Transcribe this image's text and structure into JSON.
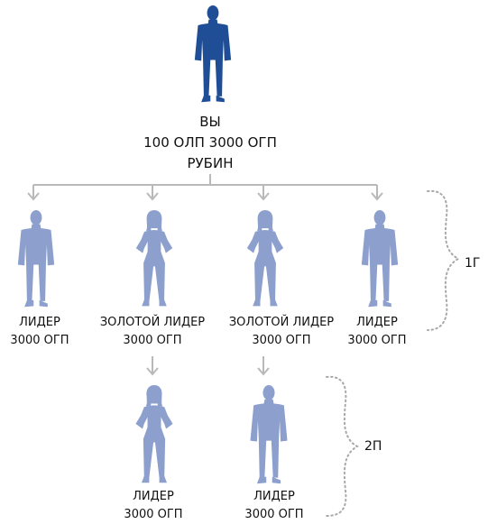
{
  "root": {
    "title": "ВЫ",
    "points": "100 ОЛП 3000 ОГП",
    "rank": "РУБИН"
  },
  "level1": [
    {
      "name": "ЛИДЕР",
      "points": "3000 ОГП",
      "figure": "man-silhouette-icon"
    },
    {
      "name": "ЗОЛОТОЙ ЛИДЕР",
      "points": "3000 ОГП",
      "figure": "woman-silhouette-icon"
    },
    {
      "name": "ЗОЛОТОЙ ЛИДЕР",
      "points": "3000 ОГП",
      "figure": "woman-silhouette-icon"
    },
    {
      "name": "ЛИДЕР",
      "points": "3000 ОГП",
      "figure": "man-silhouette-icon"
    }
  ],
  "level2": [
    {
      "name": "ЛИДЕР",
      "points": "3000 ОГП",
      "figure": "woman-silhouette-icon"
    },
    {
      "name": "ЛИДЕР",
      "points": "3000 ОГП",
      "figure": "man-silhouette-icon"
    }
  ],
  "levels": {
    "first": "1Г",
    "second": "2П"
  },
  "colors": {
    "root_figure": "#1f4e96",
    "member_figure": "#8c9fcd",
    "arrow": "#b9b9b9",
    "bracket": "#a8a8a8"
  }
}
